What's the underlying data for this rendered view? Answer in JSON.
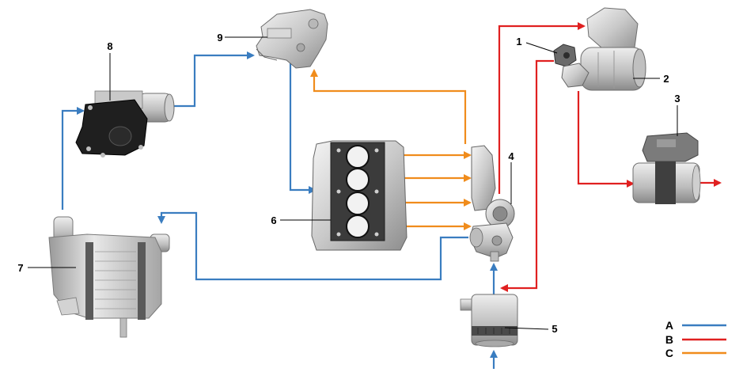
{
  "diagram": {
    "components": [
      {
        "id": "1",
        "label": "1",
        "icon": "egr-valve-sensor"
      },
      {
        "id": "2",
        "label": "2",
        "icon": "catalytic-converter"
      },
      {
        "id": "3",
        "label": "3",
        "icon": "exhaust-muffler-actuator"
      },
      {
        "id": "4",
        "label": "4",
        "icon": "turbocharger"
      },
      {
        "id": "5",
        "label": "5",
        "icon": "air-filter-duct"
      },
      {
        "id": "6",
        "label": "6",
        "icon": "cylinder-block-gasket"
      },
      {
        "id": "7",
        "label": "7",
        "icon": "intercooler"
      },
      {
        "id": "8",
        "label": "8",
        "icon": "throttle-body"
      },
      {
        "id": "9",
        "label": "9",
        "icon": "intake-manifold"
      }
    ],
    "legend": [
      {
        "key": "A",
        "label": "A",
        "color": "#3a7dc0"
      },
      {
        "key": "B",
        "label": "B",
        "color": "#e02020"
      },
      {
        "key": "C",
        "label": "C",
        "color": "#f08c1c"
      }
    ],
    "colors": {
      "A": "#3a7dc0",
      "B": "#e02020",
      "C": "#f08c1c"
    }
  }
}
